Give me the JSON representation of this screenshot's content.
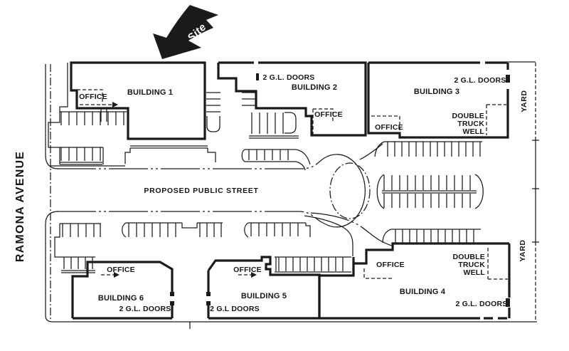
{
  "plan": {
    "site_flag": "Site",
    "avenue": "RAMONA AVENUE",
    "street": "PROPOSED PUBLIC STREET",
    "yard": "YARD",
    "office": "OFFICE",
    "truck_well": {
      "l1": "DOUBLE",
      "l2": "TRUCK",
      "l3": "WELL"
    },
    "buildings": {
      "b1": "BUILDING 1",
      "b2": "BUILDING 2",
      "b3": "BUILDING 3",
      "b4": "BUILDING 4",
      "b5": "BUILDING 5",
      "b6": "BUILDING 6"
    },
    "doors": {
      "b2": "2 G.L. DOORS",
      "b3": "2 G.L. DOORS",
      "b4": "2 G.L. DOORS",
      "b5": "2 G.L DOORS",
      "b6": "2 G.L. DOORS"
    },
    "colors": {
      "ink": "#1a1a1a",
      "paper": "#ffffff"
    }
  }
}
